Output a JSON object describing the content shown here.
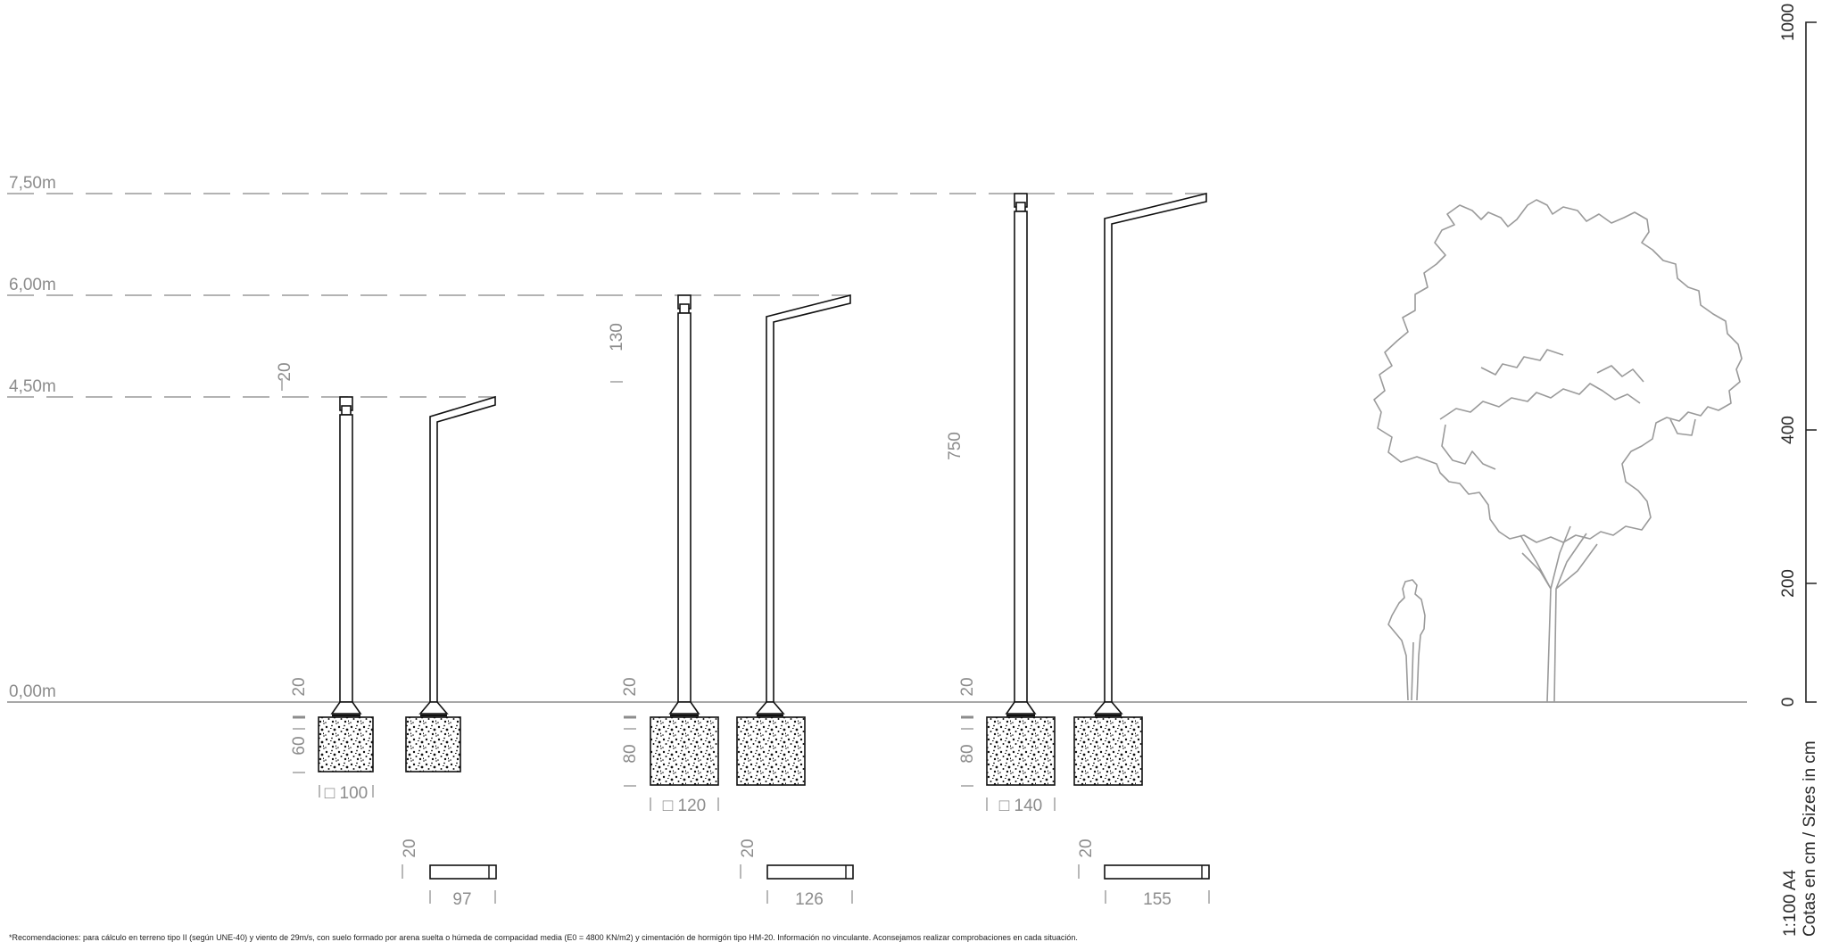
{
  "levels": [
    {
      "label": "0,00m",
      "height_m": 0
    },
    {
      "label": "4,50m",
      "height_m": 4.5
    },
    {
      "label": "6,00m",
      "height_m": 6.0
    },
    {
      "label": "7,50m",
      "height_m": 7.5
    }
  ],
  "luminaires": [
    {
      "height_label": "4,50m",
      "head_dim": "20",
      "pole_dim": "",
      "anchor_dim": "20",
      "foundation_depth": "60",
      "foundation_width": "□ 100",
      "plan_thickness": "20",
      "plan_length": "97"
    },
    {
      "height_label": "6,00m",
      "head_dim": "130",
      "pole_dim": "",
      "anchor_dim": "20",
      "foundation_depth": "80",
      "foundation_width": "□ 120",
      "plan_thickness": "20",
      "plan_length": "126"
    },
    {
      "height_label": "7,50m",
      "head_dim": "",
      "pole_dim": "750",
      "anchor_dim": "20",
      "foundation_depth": "80",
      "foundation_width": "□ 140",
      "plan_thickness": "20",
      "plan_length": "155"
    }
  ],
  "scale_bar": {
    "ticks": [
      "0",
      "200",
      "400",
      "1000"
    ],
    "paper": "1:100 A4",
    "units": "Cotas en cm / Sizes in cm"
  },
  "footnote": "*Recomendaciones: para cálculo en terreno tipo II (según UNE-40) y viento de 29m/s, con suelo formado por arena suelta o húmeda de compacidad media (E0 = 4800 KN/m2) y cimentación de hormigón tipo HM-20. Información no vinculante. Aconsejamos realizar comprobaciones en cada situación.",
  "colors": {
    "lines": "#111111",
    "dimensions": "#8c8c8c",
    "tree": "#9a9a9a"
  }
}
